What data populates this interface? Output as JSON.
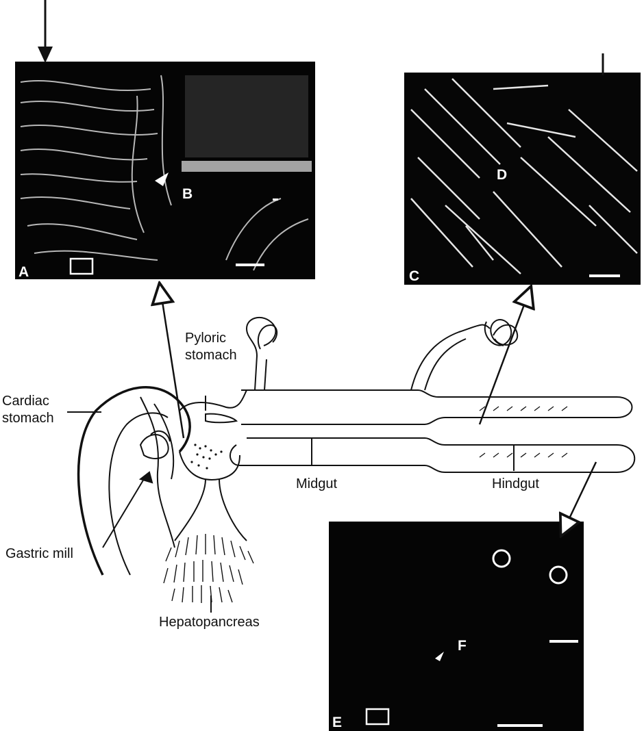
{
  "panels": {
    "a": "A",
    "b": "B",
    "c": "C",
    "d": "D",
    "e": "E",
    "f": "F"
  },
  "labels": {
    "pyloric_1": "Pyloric",
    "pyloric_2": "stomach",
    "cardiac_1": "Cardiac",
    "cardiac_2": "stomach",
    "midgut": "Midgut",
    "hindgut": "Hindgut",
    "gastric_mill": "Gastric mill",
    "hepatopancreas": "Hepatopancreas"
  }
}
